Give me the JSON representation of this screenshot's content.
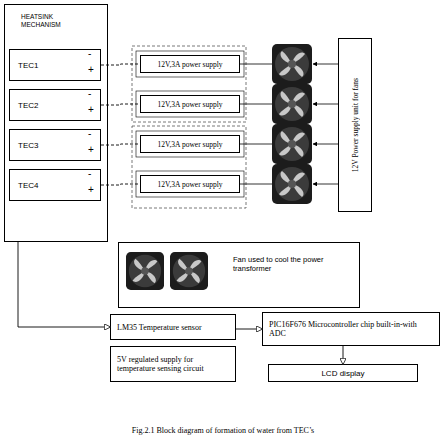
{
  "diagram": {
    "caption": "Fig.2.1 Block diagram of formation of water from TEC’s",
    "nodes": [
      {
        "text": [
          "HEATSINK MECHANISM"
        ]
      },
      {
        "text": [
          "TEC1"
        ],
        "in": 0
      },
      {
        "text": [
          "TEC2"
        ],
        "in": 0
      },
      {
        "text": [
          "TEC3"
        ],
        "in": 0
      },
      {
        "text": [
          "TEC4"
        ],
        "in": 0
      },
      {
        "text": [
          "12V,3A power supply"
        ]
      },
      {
        "text": [
          "12V,3A power supply"
        ]
      },
      {
        "text": [
          "12V,3A power supply"
        ]
      },
      {
        "text": [
          "12V,3A power supply"
        ]
      },
      {
        "text": [
          "12V Power supply unit for fans"
        ]
      },
      {
        "text": [
          "Fan used to cool the power transformer"
        ]
      },
      {
        "text": [
          "LM35 Temperature sensor"
        ]
      },
      {
        "text": [
          "PIC16F676 Microcontroller chip built-in-with ADC"
        ]
      },
      {
        "text": [
          "5V regulated supply for temperature sensing circuit"
        ]
      },
      {
        "text": [
          "LCD display"
        ]
      }
    ],
    "edges": [
      {
        "from": 1,
        "to": 5,
        "arrow": "none"
      },
      {
        "from": 2,
        "to": 6,
        "arrow": "none"
      },
      {
        "from": 3,
        "to": 7,
        "arrow": "none"
      },
      {
        "from": 4,
        "to": 8,
        "arrow": "none"
      },
      {
        "from": 0,
        "to": 11,
        "arrow": "to"
      },
      {
        "from": 11,
        "to": 12,
        "arrow": "to"
      },
      {
        "from": 12,
        "to": 14,
        "arrow": "to"
      }
    ],
    "labels": [
      "-",
      "+",
      "-",
      "+",
      "-",
      "+",
      "-",
      "+"
    ]
  }
}
